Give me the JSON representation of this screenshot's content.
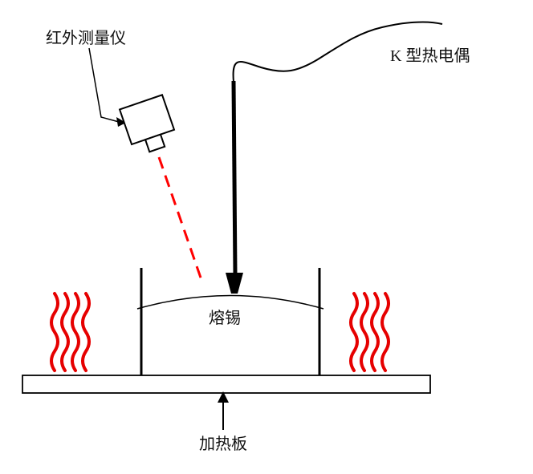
{
  "diagram": {
    "labels": {
      "infrared_meter": "红外测量仪",
      "k_thermocouple": "K 型热电偶",
      "molten_solder": "熔锡",
      "heating_plate": "加热板"
    },
    "colors": {
      "heat": "#e60000",
      "laser": "#ff0000",
      "ink": "#000000"
    }
  }
}
